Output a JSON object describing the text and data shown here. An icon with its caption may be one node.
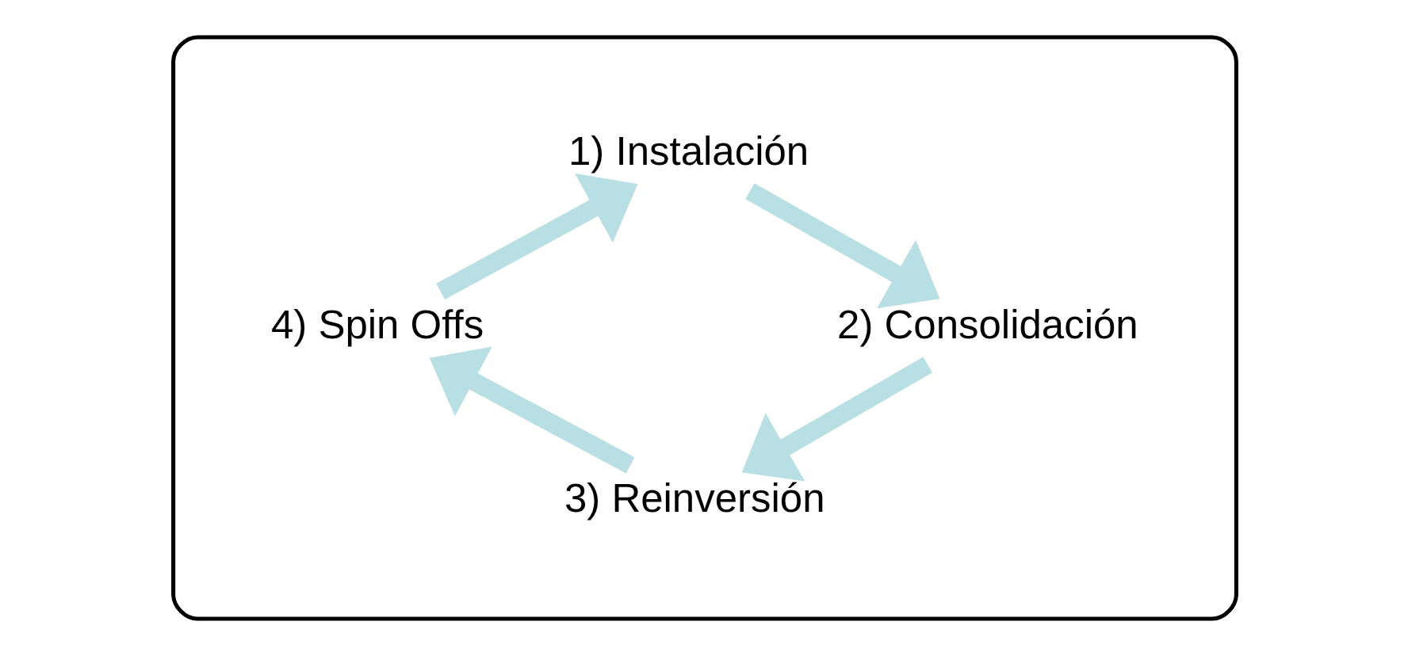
{
  "diagram": {
    "nodes": [
      {
        "text": [],
        "shape": "ellipse"
      },
      {
        "text": [
          "1) Instalación"
        ],
        "in": 0
      },
      {
        "text": [
          "2) Consolidación"
        ],
        "in": 0
      },
      {
        "text": [
          "3) Reinversión"
        ],
        "in": 0
      },
      {
        "text": [
          "4) Spin Offs"
        ],
        "in": 0
      }
    ],
    "edges": [
      {
        "from": 1,
        "to": 2,
        "arrow": "to"
      },
      {
        "from": 2,
        "to": 3,
        "arrow": "to"
      },
      {
        "from": 3,
        "to": 4,
        "arrow": "to"
      },
      {
        "from": 4,
        "to": 1,
        "arrow": "to"
      }
    ]
  }
}
